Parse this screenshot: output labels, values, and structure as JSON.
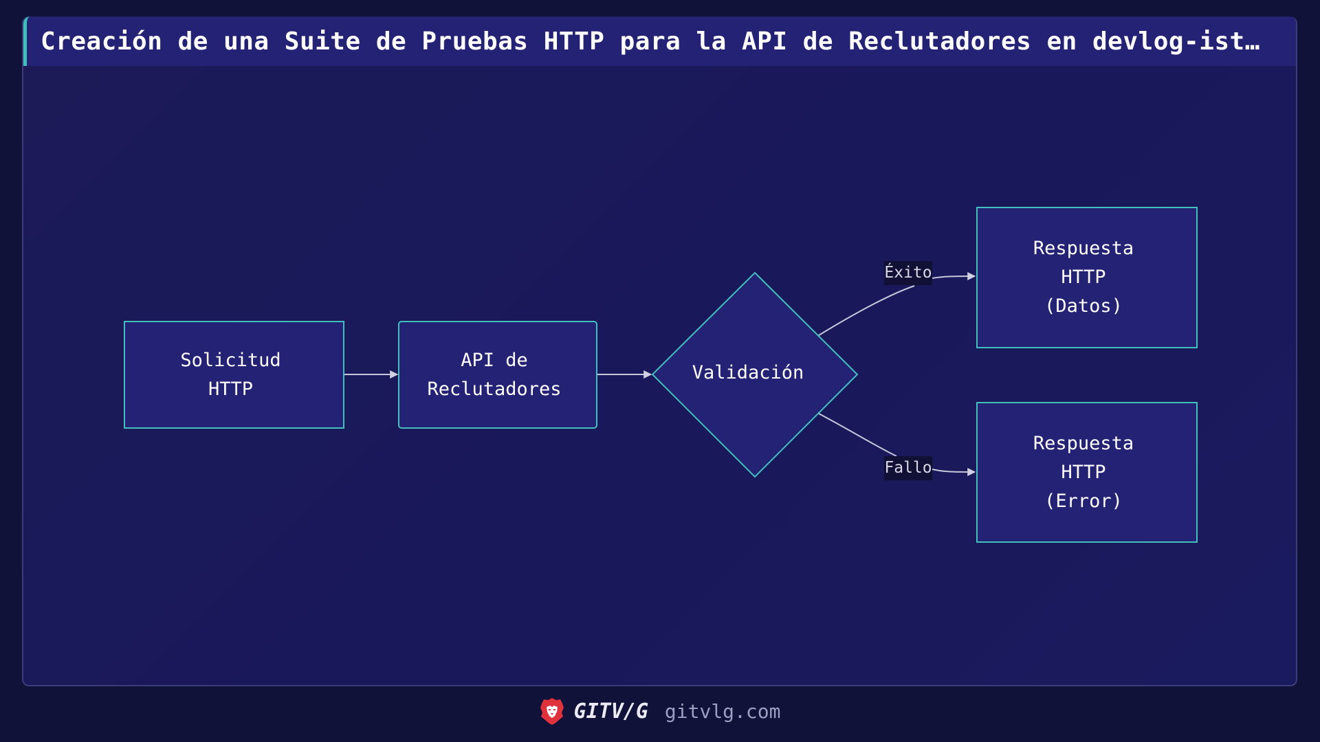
{
  "header": {
    "title": "Creación de una Suite de Pruebas HTTP para la API de Reclutadores en devlog-ist…"
  },
  "diagram": {
    "nodes": [
      {
        "id": "solicitud",
        "label": "Solicitud\nHTTP",
        "shape": "rect"
      },
      {
        "id": "api",
        "label": "API de\nReclutadores",
        "shape": "rounded-rect"
      },
      {
        "id": "validacion",
        "label": "Validación",
        "shape": "diamond"
      },
      {
        "id": "respuesta_datos",
        "label": "Respuesta\nHTTP\n(Datos)",
        "shape": "rect"
      },
      {
        "id": "respuesta_error",
        "label": "Respuesta\nHTTP\n(Error)",
        "shape": "rect"
      }
    ],
    "edges": [
      {
        "from": "solicitud",
        "to": "api",
        "label": ""
      },
      {
        "from": "api",
        "to": "validacion",
        "label": ""
      },
      {
        "from": "validacion",
        "to": "respuesta_datos",
        "label": "Éxito"
      },
      {
        "from": "validacion",
        "to": "respuesta_error",
        "label": "Fallo"
      }
    ]
  },
  "footer": {
    "brand": "GITV/G",
    "site": "gitvlg.com",
    "logo_icon": "lion-head-icon"
  },
  "colors": {
    "background": "#11123a",
    "panel": "#1b1a5a",
    "title_bar": "#242275",
    "accent": "#43c0bd",
    "node_fill": "#242275",
    "edge": "#c8c8dc",
    "logo": "#e0323c"
  }
}
